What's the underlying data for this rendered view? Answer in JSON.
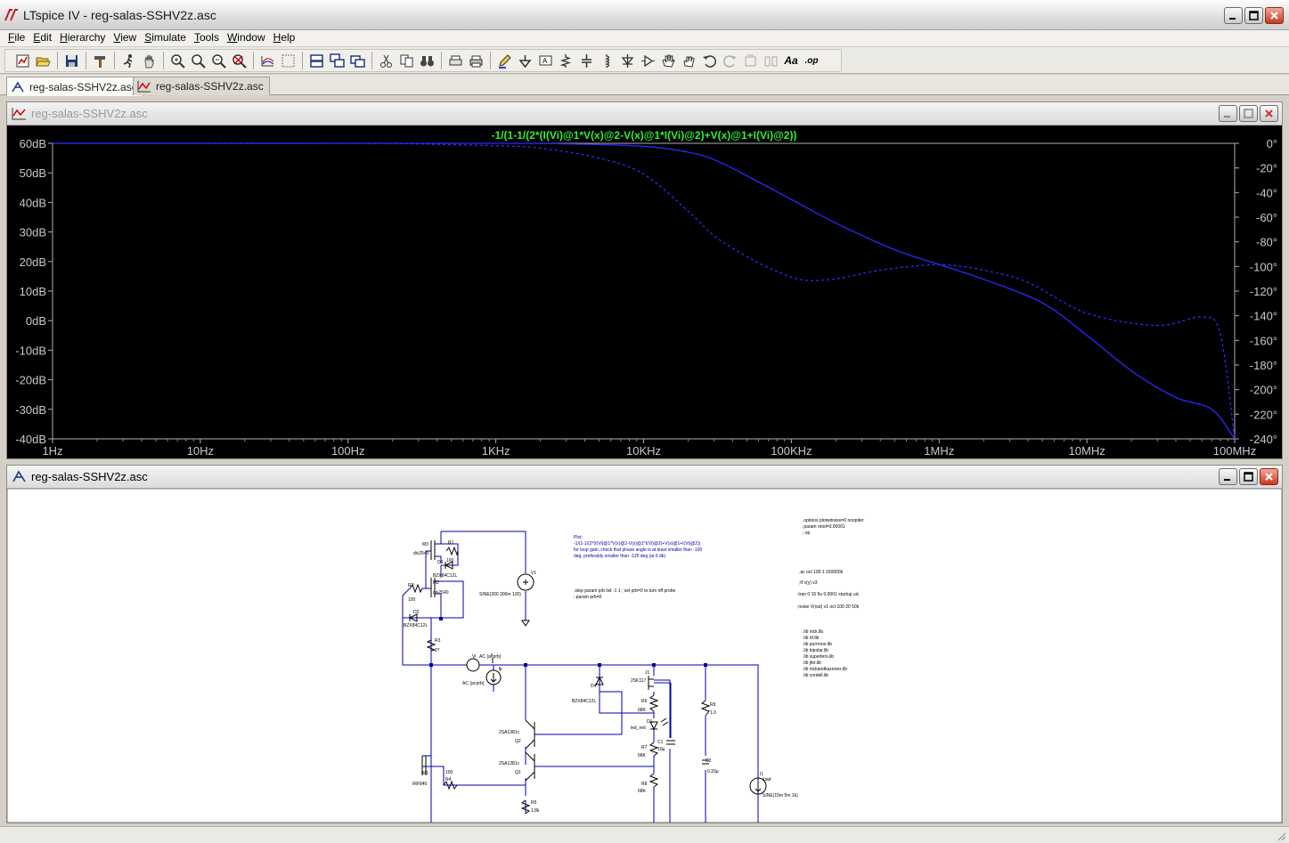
{
  "window": {
    "title": "LTspice IV - reg-salas-SSHV2z.asc"
  },
  "menu": [
    {
      "pre": "",
      "u": "F",
      "post": "ile"
    },
    {
      "pre": "",
      "u": "E",
      "post": "dit"
    },
    {
      "pre": "",
      "u": "H",
      "post": "ierarchy"
    },
    {
      "pre": "",
      "u": "V",
      "post": "iew"
    },
    {
      "pre": "",
      "u": "S",
      "post": "imulate"
    },
    {
      "pre": "",
      "u": "T",
      "post": "ools"
    },
    {
      "pre": "",
      "u": "W",
      "post": "indow"
    },
    {
      "pre": "",
      "u": "H",
      "post": "elp"
    }
  ],
  "toolbar": {
    "text_tool": "Aa",
    "spice_directive": ".op"
  },
  "tabs": [
    {
      "label": "reg-salas-SSHV2z.asc",
      "icon": "schematic-icon",
      "active": true
    },
    {
      "label": "reg-salas-SSHV2z.asc",
      "icon": "waveform-icon",
      "active": false
    }
  ],
  "plot_window": {
    "title": "reg-salas-SSHV2z.asc",
    "trace_expression": "-1/(1-1/(2*(I(Vi)@1*V(x)@2-V(x)@1*I(Vi)@2)+V(x)@1+I(Vi)@2))",
    "trace_color": "#33ee33",
    "curve_color": "#2a2aff",
    "background": "#000000"
  },
  "chart_data": {
    "type": "line",
    "x_scale": "log",
    "xlim": [
      1,
      100000000
    ],
    "x_ticks": [
      "1Hz",
      "10Hz",
      "100Hz",
      "1KHz",
      "10KHz",
      "100KHz",
      "1MHz",
      "10MHz",
      "100MHz"
    ],
    "y_ticks_left": [
      "60dB",
      "50dB",
      "40dB",
      "30dB",
      "20dB",
      "10dB",
      "0dB",
      "-10dB",
      "-20dB",
      "-30dB",
      "-40dB"
    ],
    "ylim_left": [
      -40,
      60
    ],
    "y_ticks_right": [
      "0°",
      "-20°",
      "-40°",
      "-60°",
      "-80°",
      "-100°",
      "-120°",
      "-140°",
      "-160°",
      "-180°",
      "-200°",
      "-220°",
      "-240°"
    ],
    "ylim_right": [
      -240,
      0
    ],
    "series": [
      {
        "name": "",
        "style": "solid",
        "axis": "left",
        "x": [
          1,
          1000,
          3000,
          10000,
          20000,
          30000,
          50000,
          100000,
          200000,
          500000,
          1000000,
          2000000,
          5000000,
          10000000,
          20000000,
          40000000,
          70000000,
          100000000
        ],
        "y": [
          60,
          60,
          59.8,
          59,
          57,
          54.5,
          49,
          41,
          33,
          24,
          19,
          14,
          6,
          -5,
          -17,
          -26,
          -30,
          -40
        ]
      },
      {
        "name": "",
        "style": "dashed",
        "axis": "right",
        "x": [
          1,
          100,
          300,
          1000,
          2000,
          5000,
          10000,
          20000,
          30000,
          50000,
          80000,
          120000,
          200000,
          400000,
          800000,
          1200000,
          2000000,
          4000000,
          10000000,
          30000000,
          60000000,
          80000000,
          100000000
        ],
        "y": [
          0,
          0,
          -0.5,
          -2,
          -4,
          -12,
          -25,
          -55,
          -75,
          -92,
          -104,
          -111,
          -110,
          -103,
          -99,
          -99,
          -103,
          -113,
          -138,
          -148,
          -141,
          -155,
          -240
        ]
      }
    ]
  },
  "schematic_window": {
    "title": "reg-salas-SSHV2z.asc",
    "wire_color": "#0000aa",
    "directives_left": [
      "Plot:",
      "-1/(1-1/(2*(I(Vi)@1*V(x)@2-V(x)@1*I(Vi)@2)+V(x)@1+I(Vi)@2))",
      "for loop gain, check that phase angle is at least smaller than -100",
      "deg, preferably smaller than -125 deg (at 0 db)"
    ],
    "directives_step": [
      ".step param prb list -1 1 ; set prb=0 to turn off probe",
      ";.param prb=0"
    ],
    "directives_right": [
      ".options plotwinsize=0 noopiter",
      ".param retol=0.00001",
      ";.op",
      ".ac oct 100 1 150000k",
      ";tf v(y) v3",
      ";tran 0 15 5u 0.0001 startup uic",
      ";noise V(out) v1 oct 100 20 50k"
    ],
    "libs": [
      ".lib nick.lib",
      ".lib irf.lib",
      ".lib purrrnos.lib",
      ".lib bipolar.lib",
      ".lib superterx.lib",
      ".lib jfet.lib",
      ".lib nickandkazenex.lib",
      ".lib cordell.lib"
    ],
    "components": {
      "m3": "M3",
      "m3_model": "div2540",
      "r1": "R1",
      "r1_val": "100",
      "d3": "D3",
      "d3_model": "BZX84C12L",
      "m2": "M2",
      "m2_model": "div2540",
      "r2": "R2",
      "r2_val": "100",
      "d2": "D2",
      "d2_model": "BZX84C12L",
      "r3": "R3",
      "r3_val": "27",
      "v1": "V1",
      "v1_val": "SINE(300 300m 120)",
      "vi": "Vi",
      "vi_val": "AC {ai-prb}",
      "ii": "Ii",
      "ii_val": "AC {ai-prb}",
      "x": "x",
      "y": "y",
      "j1": "J1",
      "j1_model": "2SK117",
      "d4": "D4",
      "d4_model": "BZX84C12L",
      "r6": "R6",
      "r6_val": "68K",
      "d1": "D1",
      "d1_model": "led_red",
      "c1": "C1",
      "c1_val": "10µ",
      "r7": "R7",
      "r7_val": "68K",
      "r8": "R8",
      "r8_val": "68K",
      "q2": "Q2",
      "q2_model": "2SA1381c",
      "q1": "Q1",
      "q1_model": "2SA1381c",
      "m1": "M1",
      "m1_model": "IRF840",
      "r4": "R4",
      "r4_val": "100",
      "r5": "R5",
      "r5_val": "1.8k",
      "r9": "R9",
      "r9_val": "1.0",
      "c2": "C2",
      "c2_val": "0.33µ",
      "i1": "I1",
      "i1_label": "load",
      "i1_val": "SINE(15m 5m 1k)"
    }
  },
  "status": {
    "text": ""
  }
}
